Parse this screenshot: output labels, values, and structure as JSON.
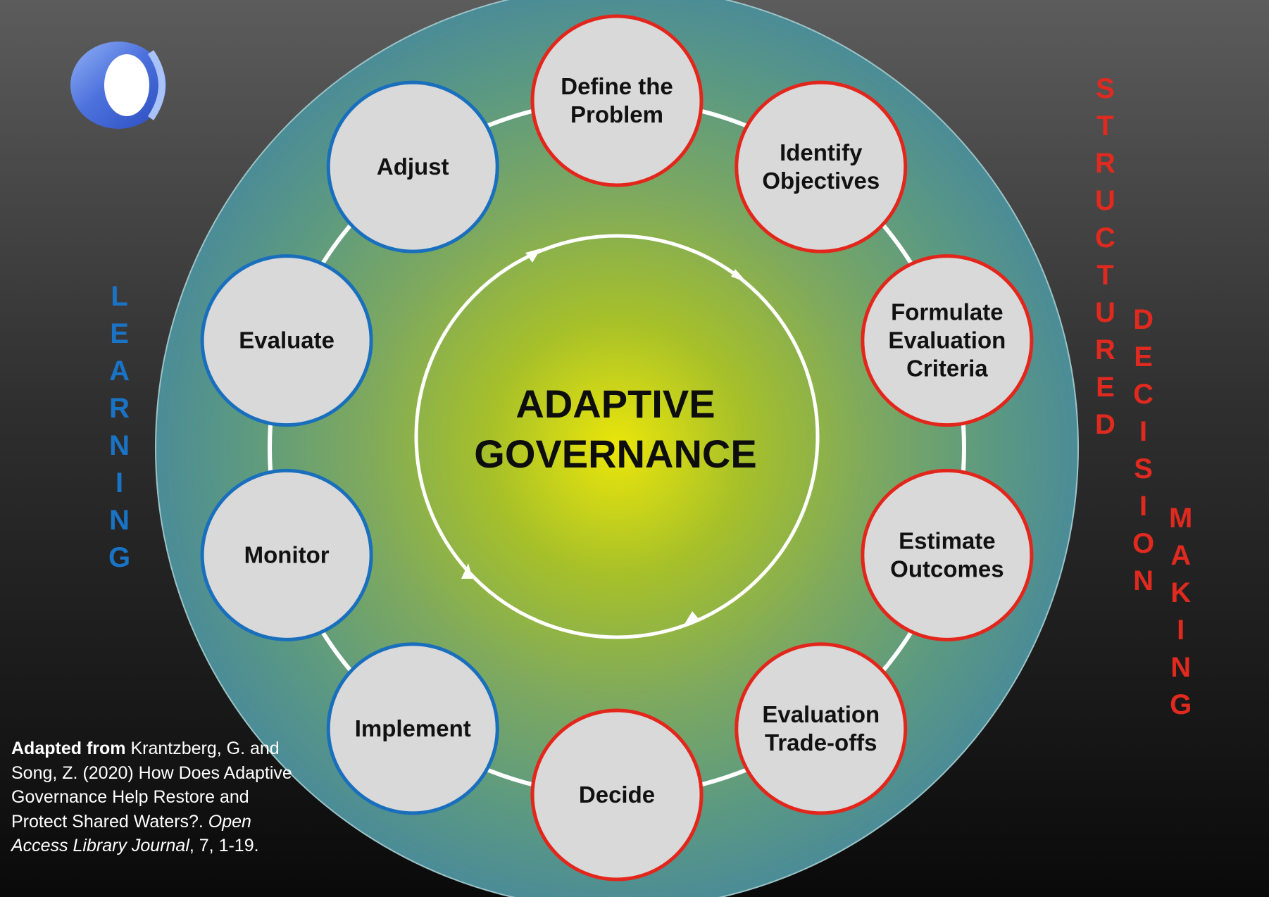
{
  "center": {
    "line1": "ADAPTIVE",
    "line2": "GOVERNANCE"
  },
  "steps": [
    {
      "lines": [
        "Define the",
        "Problem"
      ],
      "group": "decision"
    },
    {
      "lines": [
        "Identify",
        "Objectives"
      ],
      "group": "decision"
    },
    {
      "lines": [
        "Formulate",
        "Evaluation",
        "Criteria"
      ],
      "group": "decision"
    },
    {
      "lines": [
        "Estimate",
        "Outcomes"
      ],
      "group": "decision"
    },
    {
      "lines": [
        "Evaluation",
        "Trade-offs"
      ],
      "group": "decision"
    },
    {
      "lines": [
        "Decide"
      ],
      "group": "decision"
    },
    {
      "lines": [
        "Implement"
      ],
      "group": "learning"
    },
    {
      "lines": [
        "Monitor"
      ],
      "group": "learning"
    },
    {
      "lines": [
        "Evaluate"
      ],
      "group": "learning"
    },
    {
      "lines": [
        "Adjust"
      ],
      "group": "learning"
    }
  ],
  "side_labels": {
    "learning": "LEARNING",
    "structured": "STRUCTURED",
    "decision": "DECISION",
    "making": "MAKING"
  },
  "citation": {
    "bold": "Adapted from",
    "text": " Krantzberg, G. and Song, Z. (2020) How Does Adaptive Governance Help Restore and Protect Shared Waters?. ",
    "journal": "Open Access Library Journal",
    "tail": ", 7, 1-19."
  },
  "colors": {
    "learning": "#1a6fbd",
    "decision": "#e3261b",
    "circle_fill": "#d9d9d9",
    "outer_ring": "#4f8f96",
    "center_glow": "#ebe60a"
  },
  "icons": {
    "logo": "ring-logo-icon",
    "cycle": "cycle-arrows-icon"
  }
}
